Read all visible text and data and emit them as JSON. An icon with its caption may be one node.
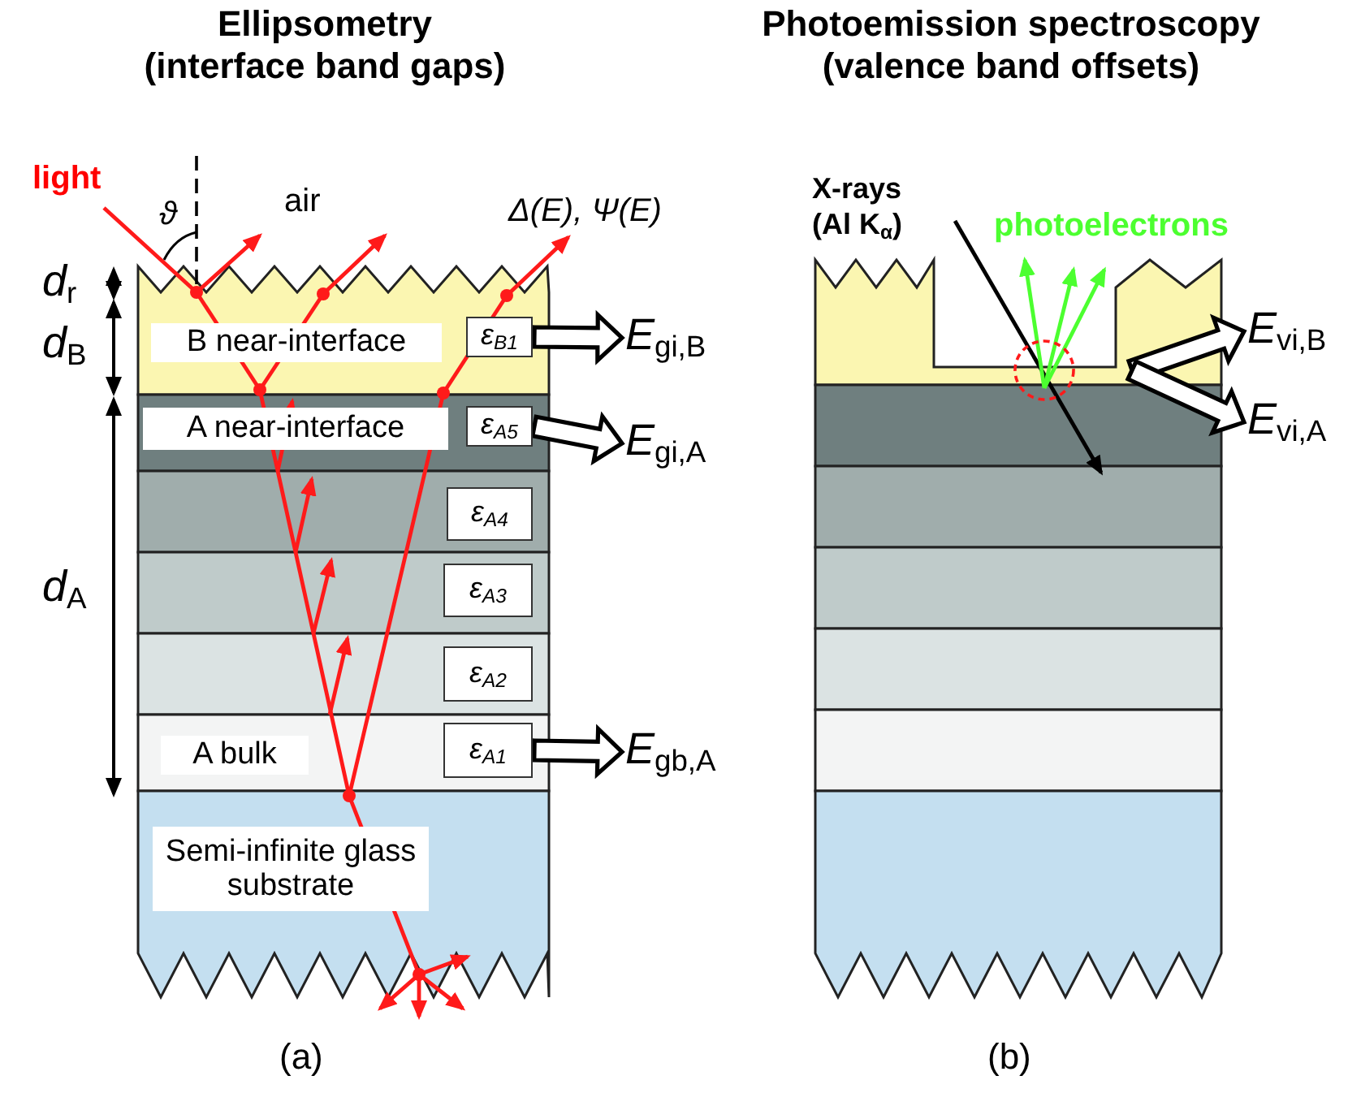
{
  "diagram": {
    "nodes": [
      {
        "text": [
          "B near-interface"
        ]
      },
      {
        "text": [
          "ε$_{B1}$"
        ]
      },
      {
        "text": [
          "A near-interface"
        ]
      },
      {
        "text": [
          "ε$_{A5}$"
        ]
      },
      {
        "text": [
          "ε$_{A4}$"
        ]
      },
      {
        "text": [
          "ε$_{A3}$"
        ]
      },
      {
        "text": [
          "ε$_{A2}$"
        ]
      },
      {
        "text": [
          "A bulk"
        ]
      },
      {
        "text": [
          "ε$_{A1}$"
        ]
      },
      {
        "text": [
          "Semi-infinite glass substrate"
        ]
      },
      {
        "text": [
          "*E*$_{gi,B}$"
        ]
      },
      {
        "text": [
          "*E*$_{gi,A}$"
        ]
      },
      {
        "text": [
          "*E*$_{gb,A}$"
        ]
      },
      {
        "text": [
          "*E*$_{vi,B}$"
        ]
      },
      {
        "text": [
          "*E*$_{vi,A}$"
        ]
      }
    ],
    "edges": [
      {
        "from": 1,
        "to": 10,
        "arrow": "to"
      },
      {
        "from": 3,
        "to": 11,
        "arrow": "to"
      },
      {
        "from": 8,
        "to": 12,
        "arrow": "to"
      },
      {
        "from": null,
        "to": 13,
        "arrow": "to"
      },
      {
        "from": null,
        "to": 14,
        "arrow": "to"
      }
    ],
    "labels": [
      "Ellipsometry (interface band gaps)",
      "Photoemission spectroscopy (valence band offsets)",
      "light",
      "ϑ",
      "air",
      "Δ(E), Ψ(E)",
      "*d*$_{r}$",
      "*d*$_{B}$",
      "*d*$_{A}$",
      "(a)",
      "X-rays (Al K$_{α}$)",
      "photoelectrons",
      "(b)"
    ]
  }
}
